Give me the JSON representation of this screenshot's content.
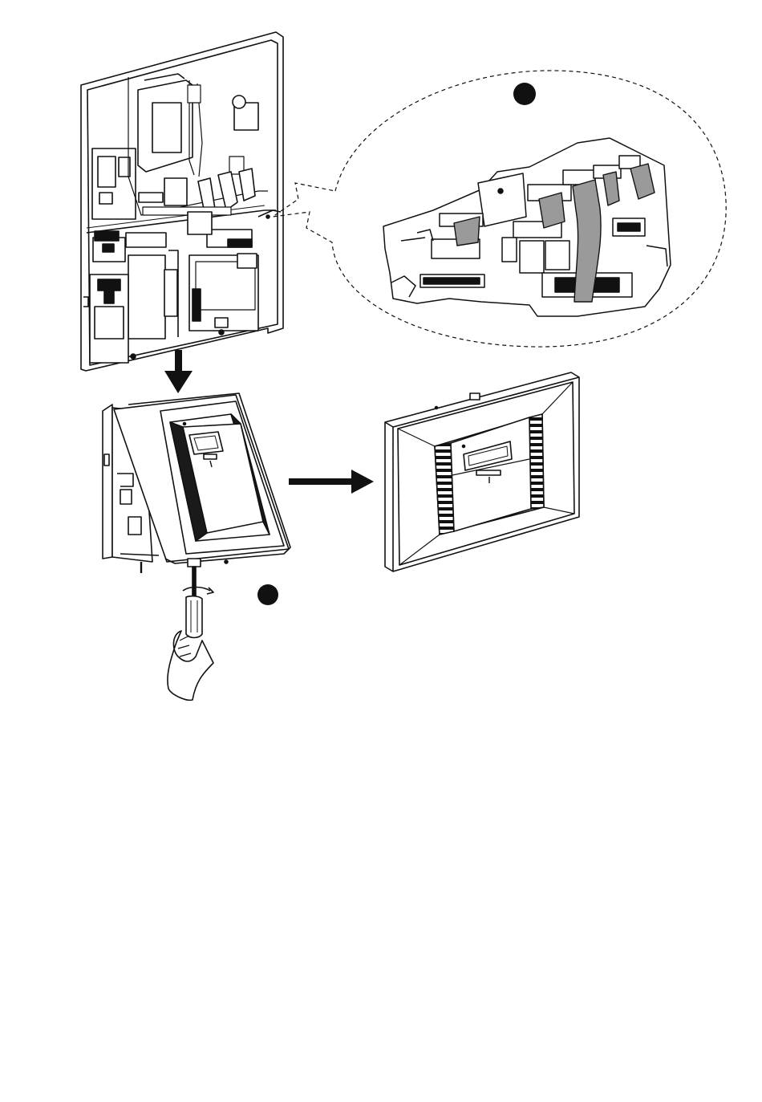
{
  "figure": {
    "colors": {
      "line": "#111111",
      "fill": "#ffffff",
      "ribbon": "#9a9a9a",
      "dark": "#1a1a1a",
      "mid": "#6f6f6f"
    },
    "panels": [
      {
        "name": "open-housing-with-pcb"
      },
      {
        "name": "detail-callout-ribbon-cables"
      },
      {
        "name": "closing-cover-with-screwdriver"
      },
      {
        "name": "closed-unit"
      }
    ],
    "markers": [
      {
        "name": "step-marker-top"
      },
      {
        "name": "step-marker-bottom"
      }
    ],
    "arrows": [
      {
        "name": "arrow-down",
        "direction": "down"
      },
      {
        "name": "arrow-right",
        "direction": "right"
      }
    ]
  }
}
